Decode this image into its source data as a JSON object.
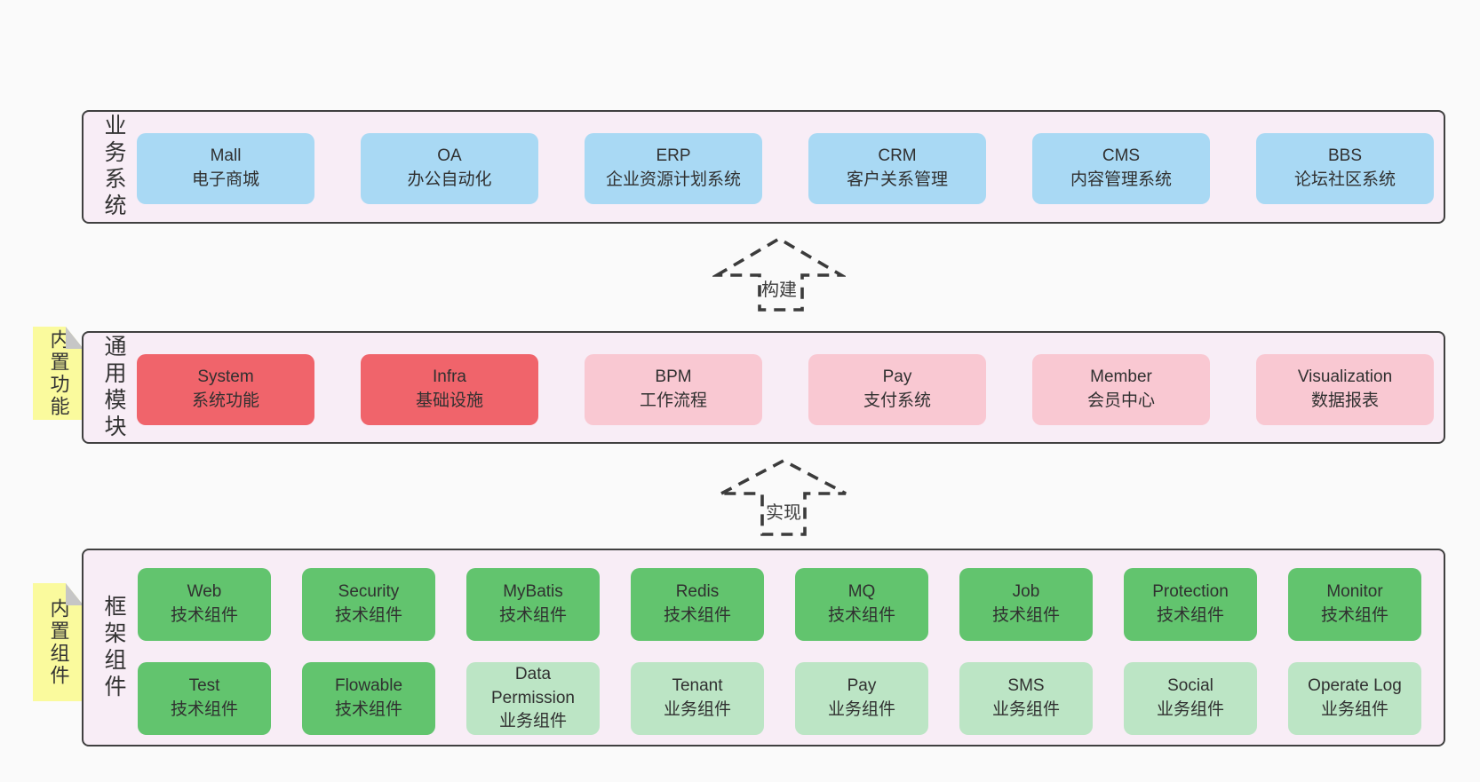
{
  "colors": {
    "page_bg": "#fafafa",
    "band_bg": "#f8edf6",
    "band_border": "#404040",
    "blue_box": "#a9d9f4",
    "red_box": "#f0646b",
    "pink_box": "#f9c8d2",
    "green_box": "#62c46e",
    "light_green_box": "#bce5c5",
    "sticky_yellow": "#fafa9d",
    "sticky_fold_gray": "#c6c6c6",
    "text": "#333333"
  },
  "arrows": [
    {
      "label": "构建"
    },
    {
      "label": "实现"
    }
  ],
  "bands": {
    "business": {
      "label": "业务系统",
      "boxes": [
        {
          "name": "Mall",
          "desc": "电子商城"
        },
        {
          "name": "OA",
          "desc": "办公自动化"
        },
        {
          "name": "ERP",
          "desc": "企业资源计划系统"
        },
        {
          "name": "CRM",
          "desc": "客户关系管理"
        },
        {
          "name": "CMS",
          "desc": "内容管理系统"
        },
        {
          "name": "BBS",
          "desc": "论坛社区系统"
        }
      ]
    },
    "modules": {
      "label": "通用模块",
      "sticky": "内置功能",
      "boxes": [
        {
          "name": "System",
          "desc": "系统功能"
        },
        {
          "name": "Infra",
          "desc": "基础设施"
        },
        {
          "name": "BPM",
          "desc": "工作流程"
        },
        {
          "name": "Pay",
          "desc": "支付系统"
        },
        {
          "name": "Member",
          "desc": "会员中心"
        },
        {
          "name": "Visualization",
          "desc": "数据报表"
        }
      ]
    },
    "framework": {
      "label": "框架组件",
      "sticky": "内置组件",
      "row1": [
        {
          "name": "Web",
          "desc": "技术组件"
        },
        {
          "name": "Security",
          "desc": "技术组件"
        },
        {
          "name": "MyBatis",
          "desc": "技术组件"
        },
        {
          "name": "Redis",
          "desc": "技术组件"
        },
        {
          "name": "MQ",
          "desc": "技术组件"
        },
        {
          "name": "Job",
          "desc": "技术组件"
        },
        {
          "name": "Protection",
          "desc": "技术组件"
        },
        {
          "name": "Monitor",
          "desc": "技术组件"
        }
      ],
      "row2": [
        {
          "name": "Test",
          "desc": "技术组件"
        },
        {
          "name": "Flowable",
          "desc": "技术组件"
        },
        {
          "name": "Data Permission",
          "desc": "业务组件"
        },
        {
          "name": "Tenant",
          "desc": "业务组件"
        },
        {
          "name": "Pay",
          "desc": "业务组件"
        },
        {
          "name": "SMS",
          "desc": "业务组件"
        },
        {
          "name": "Social",
          "desc": "业务组件"
        },
        {
          "name": "Operate Log",
          "desc": "业务组件"
        }
      ]
    }
  }
}
